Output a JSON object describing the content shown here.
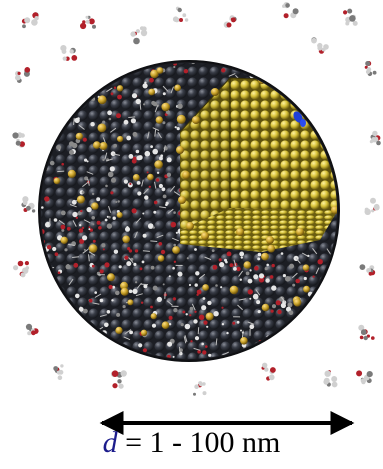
{
  "scale": {
    "symbol": "d",
    "equals": " = ",
    "range": "1 - 100 nm"
  },
  "colors": {
    "background": "#ffffff",
    "carbon_atom": "#2b2e36",
    "sulfur_atom": "#c9a32a",
    "gold_atom": "#d8c33a",
    "gold_shadow": "#8a7a16",
    "oxygen_atom": "#b2202a",
    "hydrogen_atom": "#e6e6e6",
    "ion_marker": "#1f3fd8",
    "arrow": "#000000",
    "symbol_color": "#1c1c8c",
    "text_color": "#000000"
  },
  "image_description_icons": [
    "nanoparticle-illustration",
    "solvent-molecule-icon",
    "double-headed-arrow-icon"
  ]
}
